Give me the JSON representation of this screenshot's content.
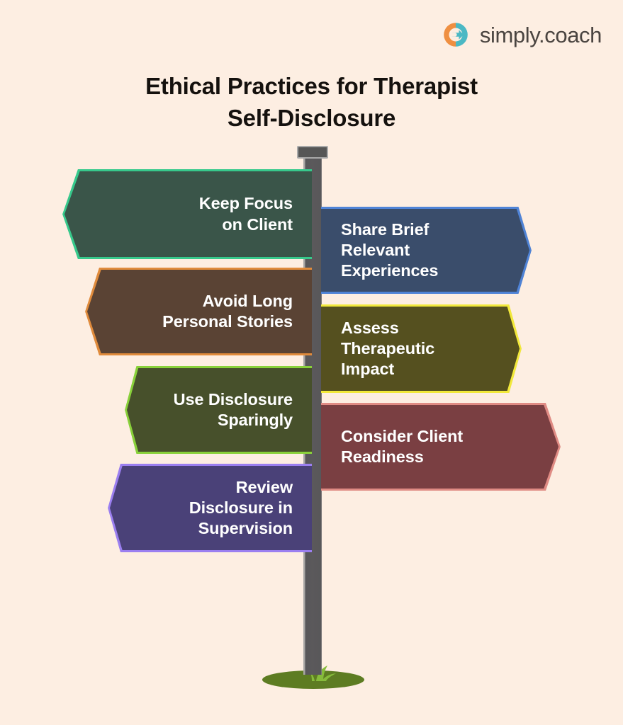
{
  "brand": {
    "name": "simply.coach",
    "mark_left_color": "#ef8f41",
    "mark_right_color": "#4bb8c4",
    "text_color": "#4a4440"
  },
  "title": {
    "line1": "Ethical Practices for Therapist",
    "line2": "Self-Disclosure"
  },
  "background_color": "#fdeee2",
  "signpost": {
    "post_color": "#58575a",
    "cap_color": "#565656",
    "grass_color": "#5d7c22",
    "grass_blade_color": "#86bb3b"
  },
  "signs_left": [
    {
      "label": "Keep Focus\non Client",
      "fill": "#3a5549",
      "border": "#37c98c"
    },
    {
      "label": "Avoid Long\nPersonal Stories",
      "fill": "#5a4334",
      "border": "#e08b3c"
    },
    {
      "label": "Use Disclosure\nSparingly",
      "fill": "#47502b",
      "border": "#89d13a"
    },
    {
      "label": "Review\nDisclosure in\nSupervision",
      "fill": "#4a4178",
      "border": "#9b7ff0"
    }
  ],
  "signs_right": [
    {
      "label": "Share Brief\nRelevant\nExperiences",
      "fill": "#3a4d6b",
      "border": "#4f83d6"
    },
    {
      "label": "Assess\nTherapeutic\nImpact",
      "fill": "#55501f",
      "border": "#f2e93b"
    },
    {
      "label": "Consider Client\nReadiness",
      "fill": "#7a3f42",
      "border": "#e08b84"
    }
  ]
}
